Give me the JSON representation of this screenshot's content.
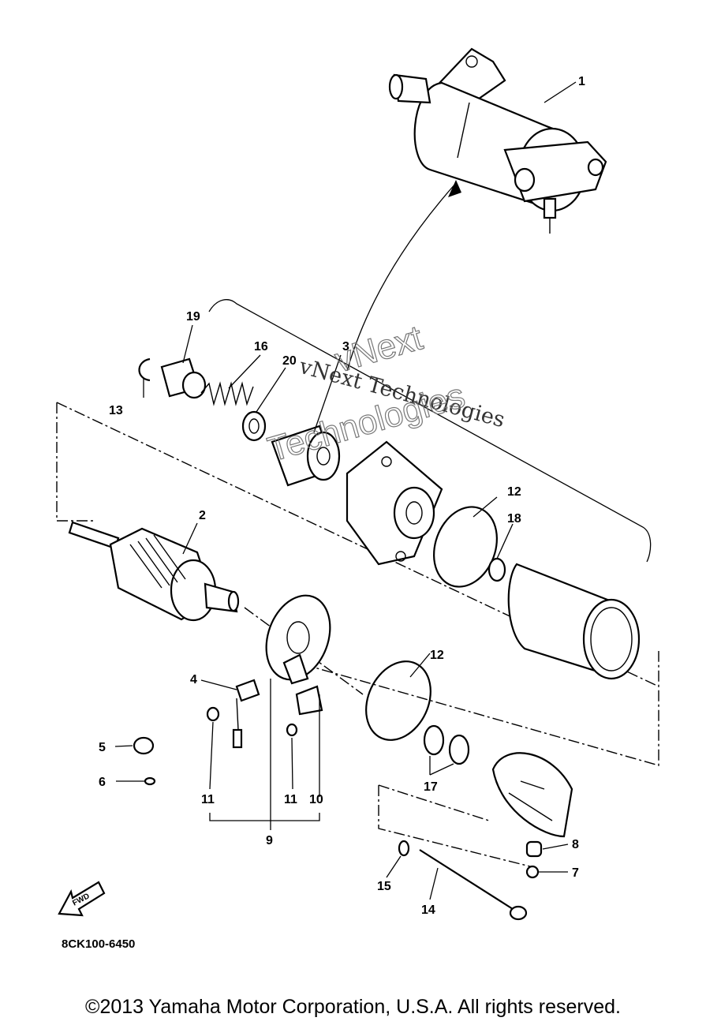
{
  "diagram": {
    "watermark_line1": "vNext Technologies",
    "watermark_line2": "vNext",
    "watermark_line3": "Technologies",
    "fwd_label": "FWD",
    "ref_code": "8CK100-6450",
    "callouts": {
      "c1": "1",
      "c2": "2",
      "c3": "3",
      "c4": "4",
      "c5": "5",
      "c6": "6",
      "c7": "7",
      "c8": "8",
      "c9": "9",
      "c10": "10",
      "c11a": "11",
      "c11b": "11",
      "c12a": "12",
      "c12b": "12",
      "c13": "13",
      "c14": "14",
      "c15": "15",
      "c16": "16",
      "c17": "17",
      "c18": "18",
      "c19": "19",
      "c20": "20"
    }
  },
  "footer": {
    "copyright": "©2013 Yamaha Motor Corporation, U.S.A. All rights reserved."
  }
}
